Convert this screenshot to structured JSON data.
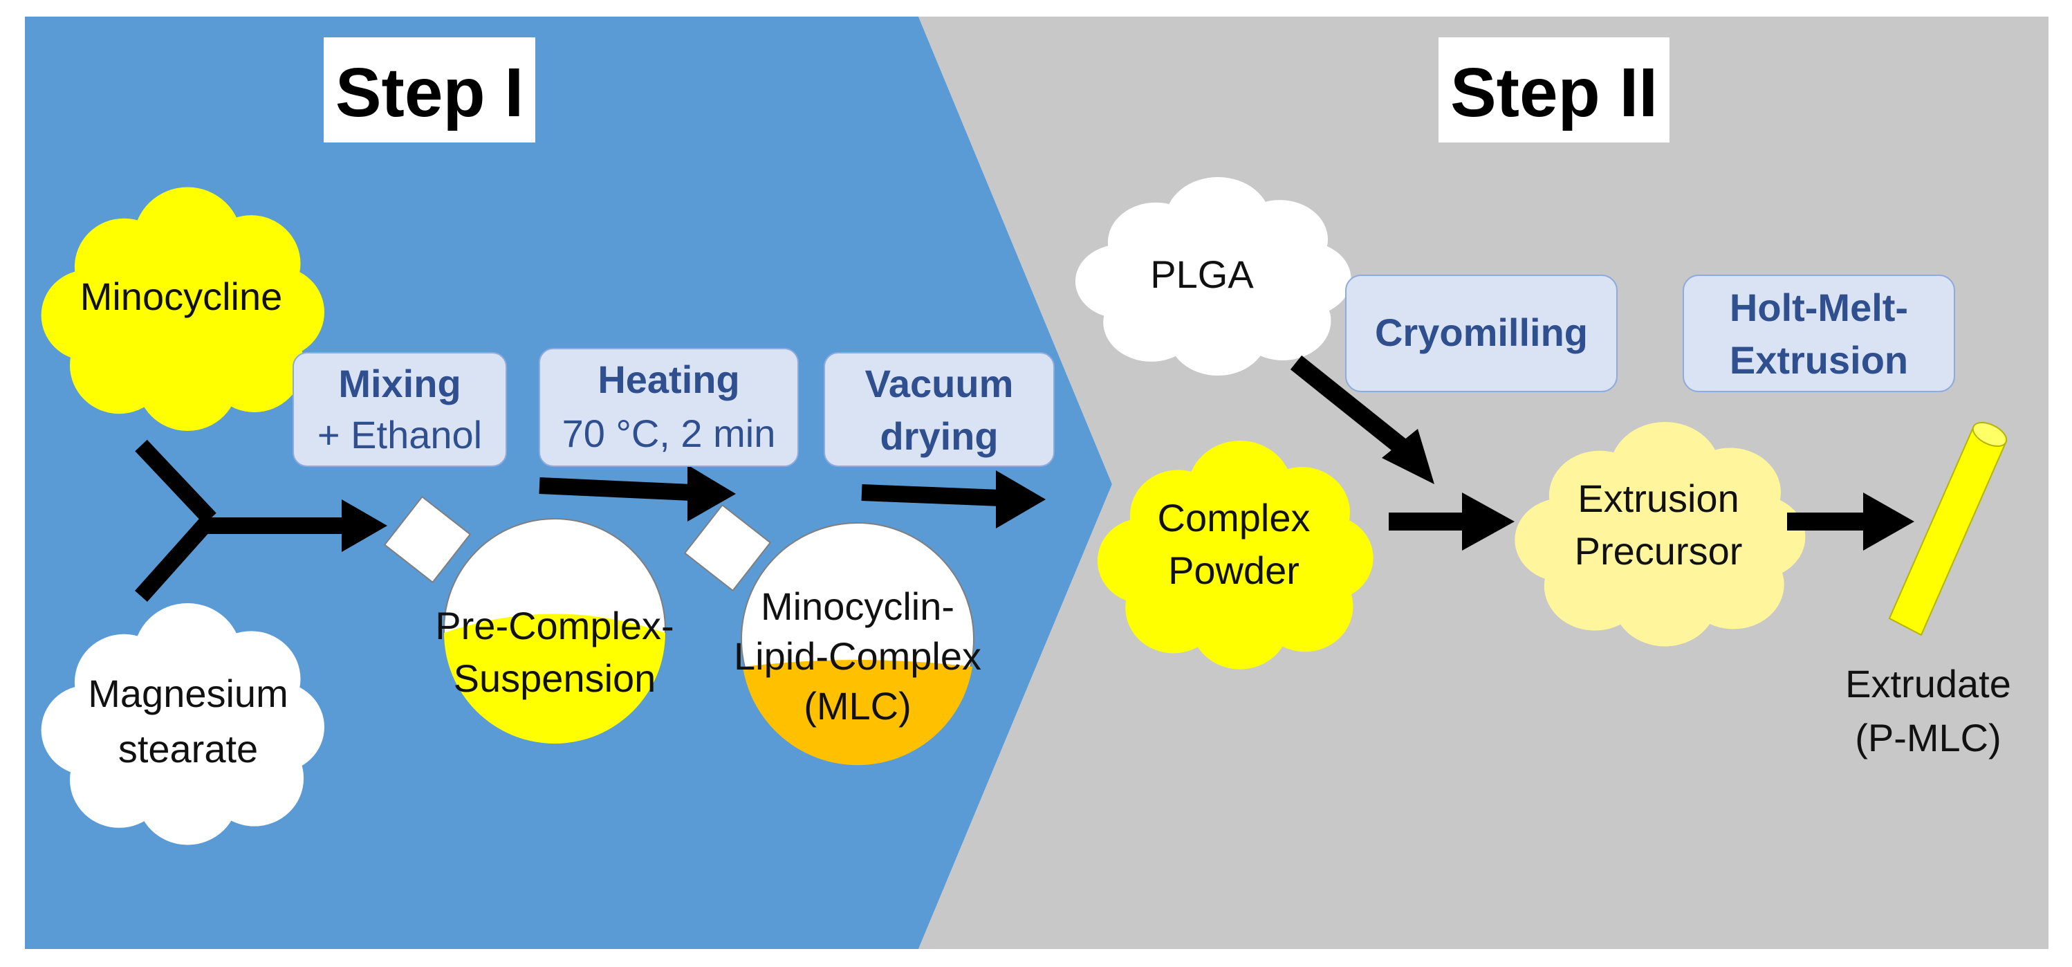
{
  "colors": {
    "step1_bg": "#5b9bd5",
    "step2_bg": "#c8c8c8",
    "process_box": "#dae3f3",
    "process_text": "#2f4f8f",
    "yellow": "#ffff00",
    "pale_yellow": "#fff59d",
    "orange": "#ffc000",
    "arrow": "#000000",
    "white": "#ffffff"
  },
  "step1": {
    "title": "Step I",
    "minocycline": "Minocycline",
    "magnesium_line1": "Magnesium",
    "magnesium_line2": "stearate",
    "mixing_line1": "Mixing",
    "mixing_line2": "+ Ethanol",
    "heating_line1": "Heating",
    "heating_line2": "70 °C, 2 min",
    "vacuum_line1": "Vacuum",
    "vacuum_line2": "drying",
    "flask1_line1": "Pre-Complex-",
    "flask1_line2": "Suspension",
    "flask2_line1": "Minocyclin-",
    "flask2_line2": "Lipid-Complex",
    "flask2_line3": "(MLC)"
  },
  "step2": {
    "title": "Step II",
    "plga": "PLGA",
    "cryomilling": "Cryomilling",
    "hme_line1": "Holt-Melt-",
    "hme_line2": "Extrusion",
    "complex_line1": "Complex",
    "complex_line2": "Powder",
    "precursor_line1": "Extrusion",
    "precursor_line2": "Precursor",
    "extrudate_line1": "Extrudate",
    "extrudate_line2": "(P-MLC)"
  }
}
